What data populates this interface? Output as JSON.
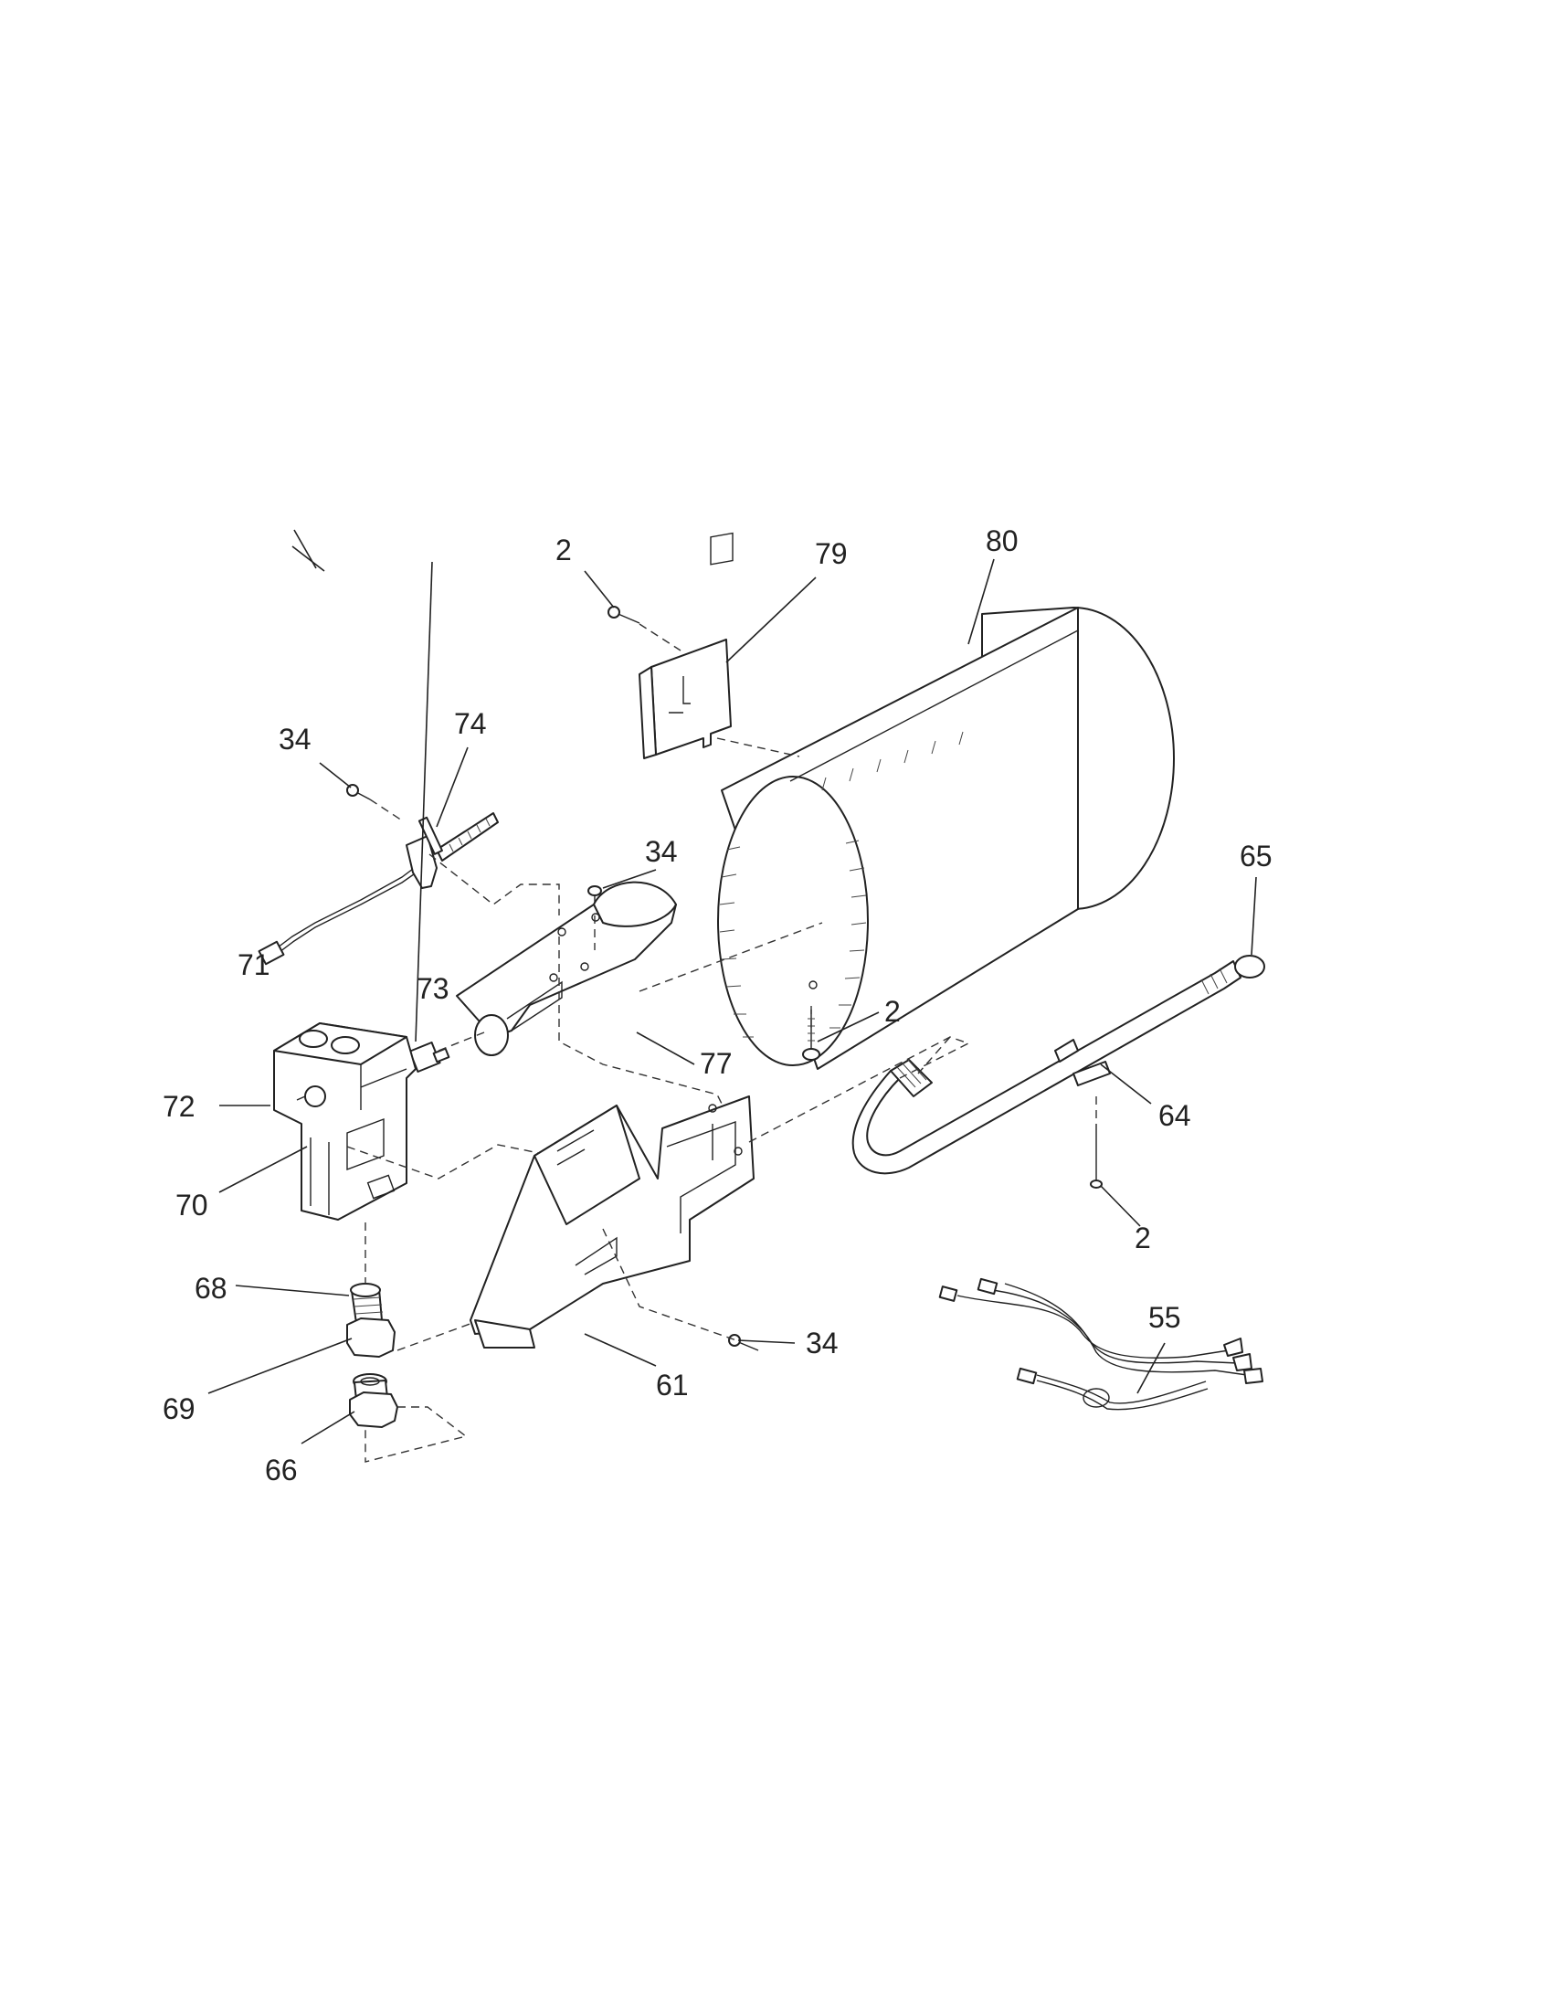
{
  "callouts": [
    {
      "id": "c-2-top",
      "text": "2"
    },
    {
      "id": "c-79",
      "text": "79"
    },
    {
      "id": "c-80",
      "text": "80"
    },
    {
      "id": "c-34-left",
      "text": "34"
    },
    {
      "id": "c-74",
      "text": "74"
    },
    {
      "id": "c-34-mid",
      "text": "34"
    },
    {
      "id": "c-65",
      "text": "65"
    },
    {
      "id": "c-71",
      "text": "71"
    },
    {
      "id": "c-73",
      "text": "73"
    },
    {
      "id": "c-2-mid",
      "text": "2"
    },
    {
      "id": "c-77",
      "text": "77"
    },
    {
      "id": "c-72",
      "text": "72"
    },
    {
      "id": "c-64",
      "text": "64"
    },
    {
      "id": "c-70",
      "text": "70"
    },
    {
      "id": "c-2-low",
      "text": "2"
    },
    {
      "id": "c-68",
      "text": "68"
    },
    {
      "id": "c-55",
      "text": "55"
    },
    {
      "id": "c-34-low",
      "text": "34"
    },
    {
      "id": "c-69",
      "text": "69"
    },
    {
      "id": "c-61",
      "text": "61"
    },
    {
      "id": "c-66",
      "text": "66"
    }
  ]
}
